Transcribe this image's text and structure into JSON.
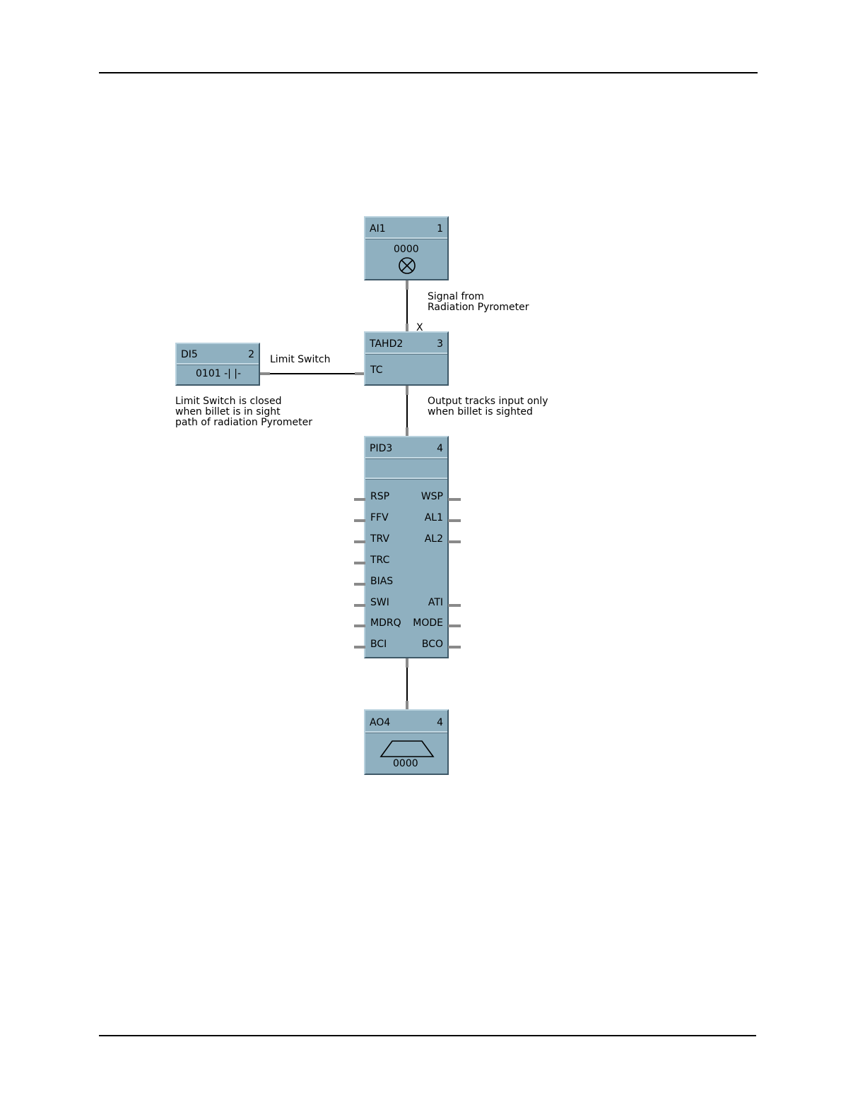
{
  "blocks": {
    "ai1": {
      "name": "AI1",
      "num": "1",
      "value": "0000"
    },
    "di5": {
      "name": "DI5",
      "num": "2",
      "value": "0101 -| |-"
    },
    "tahd2": {
      "name": "TAHD2",
      "num": "3",
      "input": "TC"
    },
    "pid3": {
      "name": "PID3",
      "num": "4",
      "inputs": [
        "RSP",
        "FFV",
        "TRV",
        "TRC",
        "BIAS",
        "SWI",
        "MDRQ",
        "BCI"
      ],
      "outputs": [
        "WSP",
        "AL1",
        "AL2",
        "ATI",
        "MODE",
        "BCO"
      ]
    },
    "ao4": {
      "name": "AO4",
      "num": "4",
      "value": "0000"
    }
  },
  "annotations": {
    "signal": [
      "Signal from",
      "Radiation Pyrometer"
    ],
    "limit_switch": "Limit Switch",
    "limit_note": [
      "Limit Switch is closed",
      "when billet is in sight",
      "path of radiation Pyrometer"
    ],
    "output_note": [
      "Output tracks input only",
      "when billet is sighted"
    ],
    "x_mark": "X"
  }
}
